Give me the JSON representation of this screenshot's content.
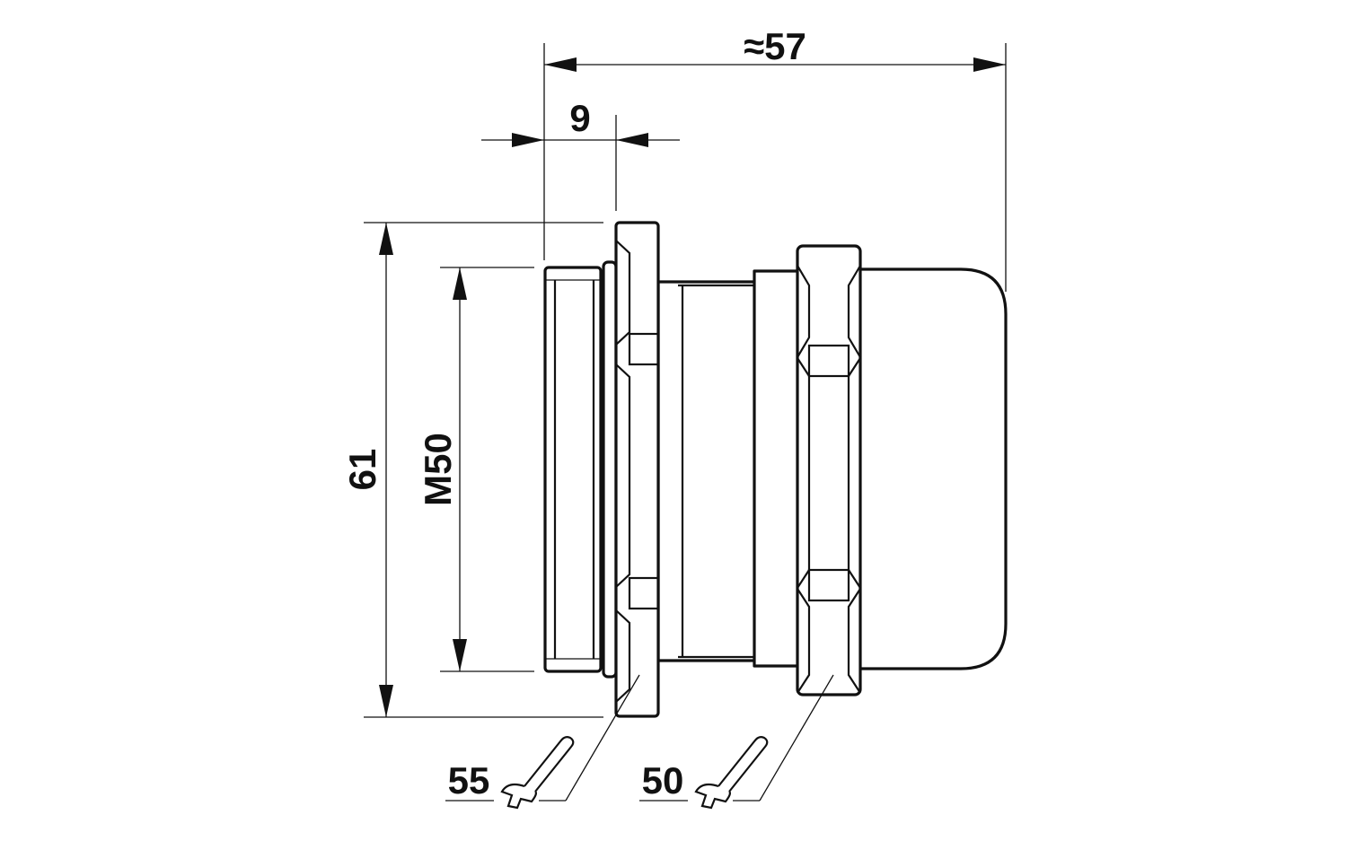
{
  "dimensions": {
    "overall_length": "≈57",
    "flange_thickness": "9",
    "flange_height": "61",
    "thread": "M50"
  },
  "wrench_sizes": {
    "body_hex": "55",
    "cap_nut": "50"
  }
}
